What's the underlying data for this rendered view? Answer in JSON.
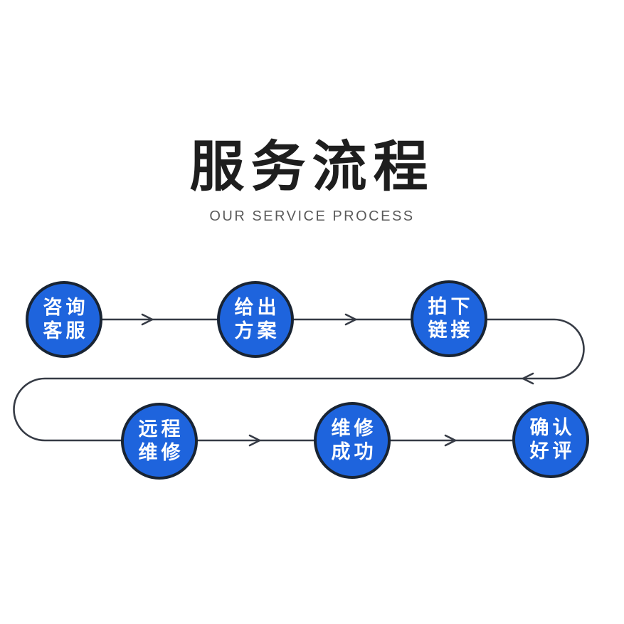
{
  "header": {
    "title": "服务流程",
    "subtitle": "OUR SERVICE PROCESS"
  },
  "flow": {
    "steps": [
      {
        "line1": "咨询",
        "line2": "客服"
      },
      {
        "line1": "给出",
        "line2": "方案"
      },
      {
        "line1": "拍下",
        "line2": "链接"
      },
      {
        "line1": "远程",
        "line2": "维修"
      },
      {
        "line1": "维修",
        "line2": "成功"
      },
      {
        "line1": "确认",
        "line2": "好评"
      }
    ]
  },
  "colors": {
    "circle_fill": "#1e64dd",
    "circle_border": "#192433",
    "line_color": "#363b45",
    "title_color": "#1e1e1e",
    "subtitle_color": "#5a5a5a"
  }
}
